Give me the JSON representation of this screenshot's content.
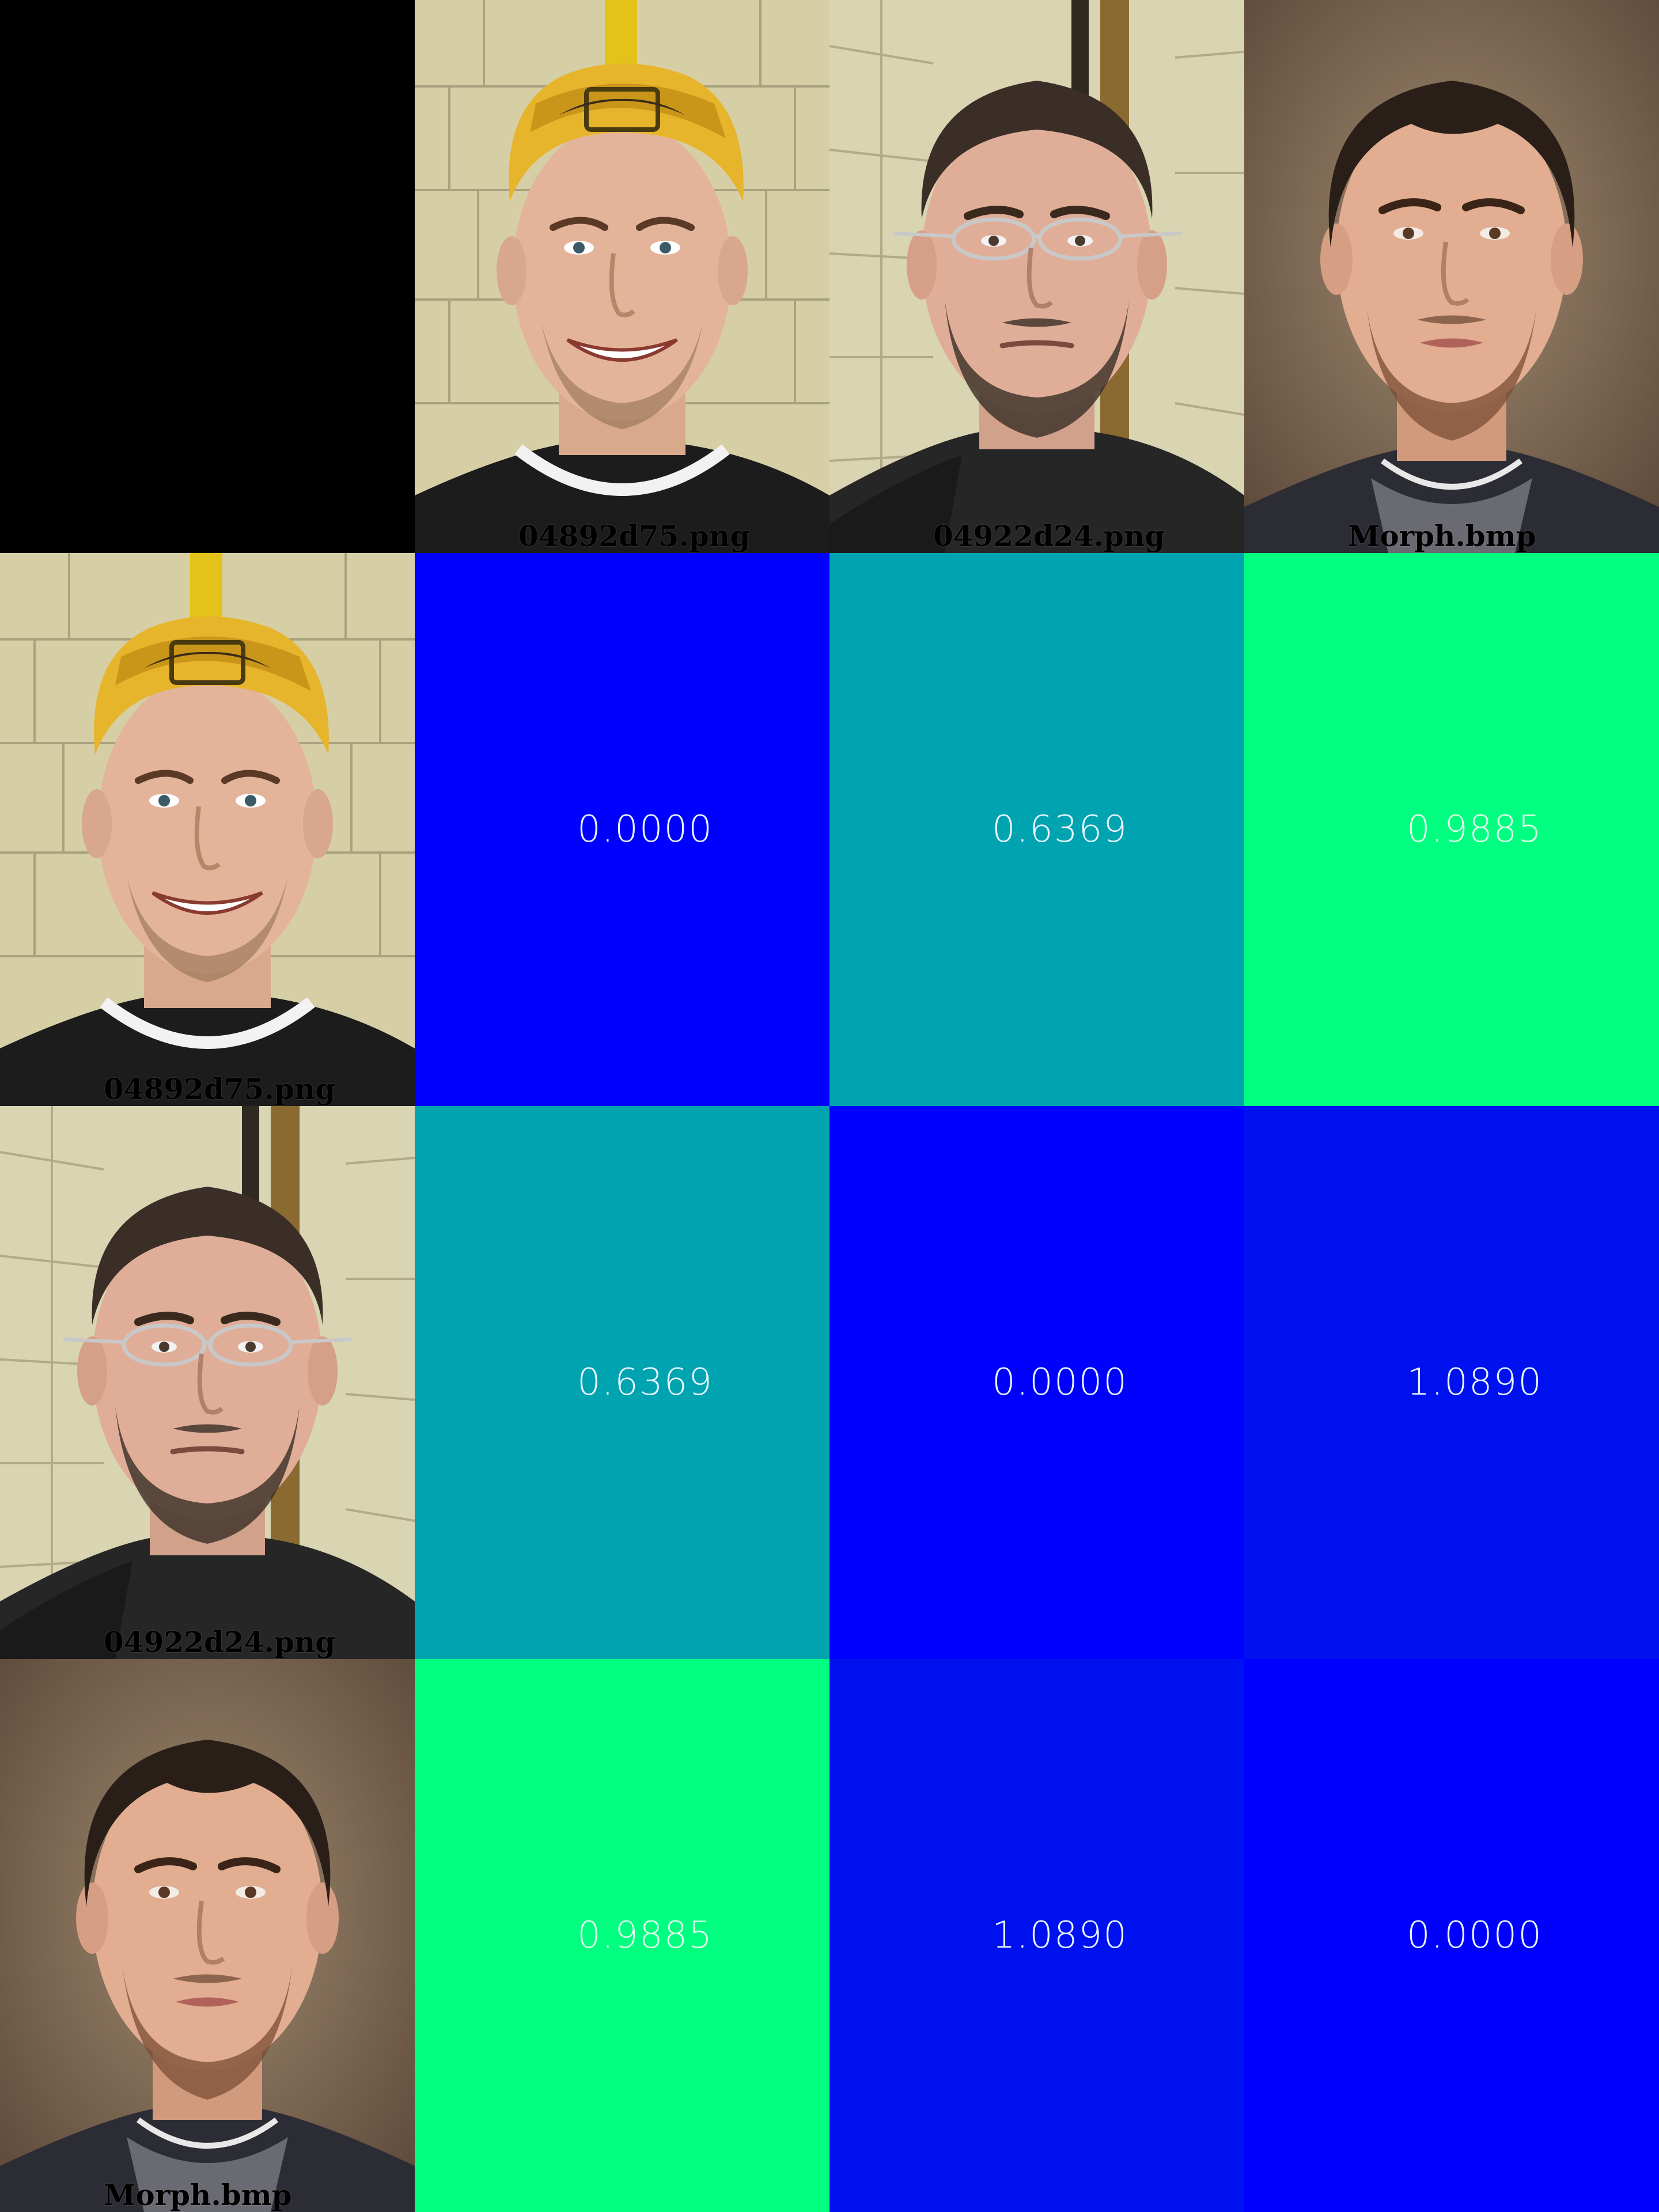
{
  "files": {
    "a": "04892d75.png",
    "b": "04922d24.png",
    "c": "Morph.bmp"
  },
  "icons": {
    "photo_a": "face-photo-yellow-cap",
    "photo_b": "face-photo-glasses",
    "photo_c": "face-photo-brown-background"
  },
  "matrix": {
    "rows": [
      {
        "values": [
          "0.0000",
          "0.6369",
          "0.9885"
        ],
        "colors": [
          "#0000ff",
          "#00a3b0",
          "#00ff80"
        ]
      },
      {
        "values": [
          "0.6369",
          "0.0000",
          "1.0890"
        ],
        "colors": [
          "#00a3b0",
          "#0000ff",
          "#0011f0"
        ]
      },
      {
        "values": [
          "0.9885",
          "1.0890",
          "0.0000"
        ],
        "colors": [
          "#00ff80",
          "#0011f0",
          "#0000ff"
        ]
      }
    ]
  }
}
